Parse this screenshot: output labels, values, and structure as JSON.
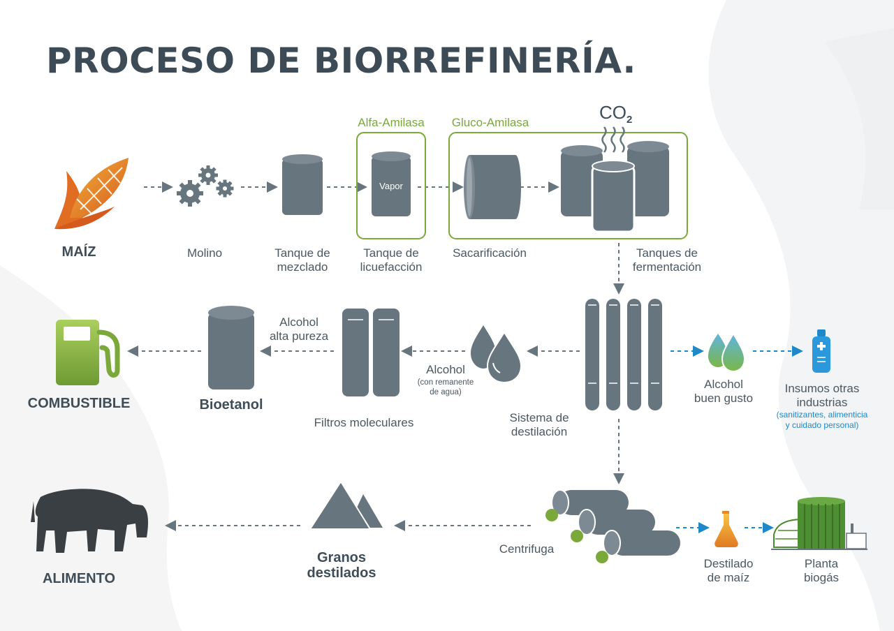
{
  "title": "PROCESO DE BIORREFINERÍA.",
  "enzymes": {
    "alfa": "Alfa-Amilasa",
    "gluco": "Gluco-Amilasa"
  },
  "co2": {
    "base": "CO",
    "sub": "2"
  },
  "vapor": "Vapor",
  "labels": {
    "maiz": "MAÍZ",
    "molino": "Molino",
    "tanque_mezclado": [
      "Tanque de",
      "mezclado"
    ],
    "tanque_licuefaccion": [
      "Tanque de",
      "licuefacción"
    ],
    "sacarificacion": "Sacarificación",
    "tanques_fermentacion": [
      "Tanques de",
      "fermentación"
    ],
    "combustible": "COMBUSTIBLE",
    "bioetanol": "Bioetanol",
    "alcohol_alta_pureza": [
      "Alcohol",
      "alta pureza"
    ],
    "filtros": "Filtros moleculares",
    "alcohol": "Alcohol",
    "alcohol_nota": [
      "(con remanente",
      "de agua)"
    ],
    "sistema_destilacion": [
      "Sistema de",
      "destilación"
    ],
    "alcohol_buen_gusto": [
      "Alcohol",
      "buen gusto"
    ],
    "insumos": [
      "Insumos otras",
      "industrias"
    ],
    "insumos_nota": [
      "(sanitizantes, alimenticia",
      "y cuidado personal)"
    ],
    "alimento": "ALIMENTO",
    "granos": [
      "Granos",
      "destilados"
    ],
    "centrifuga": "Centrifuga",
    "destilado": [
      "Destilado",
      "de maíz"
    ],
    "planta": [
      "Planta",
      "biogás"
    ]
  },
  "colors": {
    "gray": "#67757f",
    "dark": "#3d4b56",
    "green": "#7aa93a",
    "blue": "#1e88c8",
    "orange": "#e8872a"
  }
}
